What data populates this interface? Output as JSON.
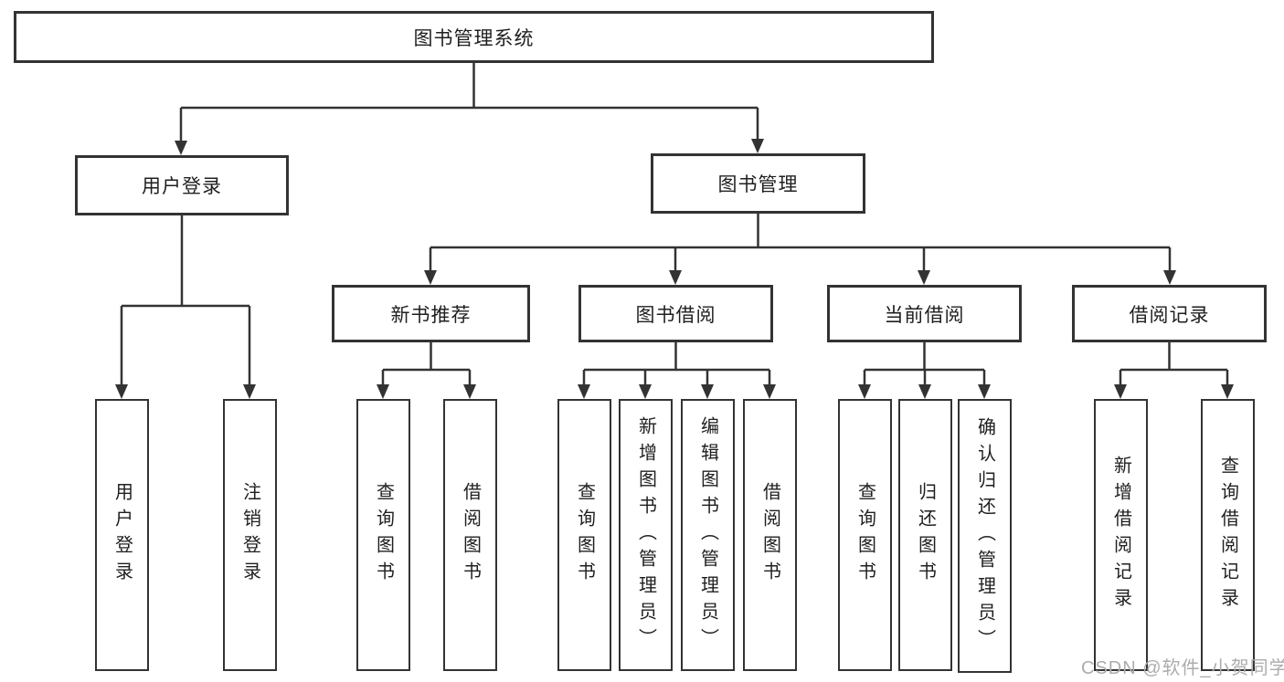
{
  "diagram": {
    "type": "hierarchy",
    "title": "图书管理系统",
    "root": {
      "label": "图书管理系统",
      "children": [
        {
          "label": "用户登录",
          "children": [
            {
              "label": "用户登录"
            },
            {
              "label": "注销登录"
            }
          ]
        },
        {
          "label": "图书管理",
          "children": [
            {
              "label": "新书推荐",
              "children": [
                {
                  "label": "查询图书"
                },
                {
                  "label": "借阅图书"
                }
              ]
            },
            {
              "label": "图书借阅",
              "children": [
                {
                  "label": "查询图书"
                },
                {
                  "label": "新增图书（管理员）"
                },
                {
                  "label": "编辑图书（管理员）"
                },
                {
                  "label": "借阅图书"
                }
              ]
            },
            {
              "label": "当前借阅",
              "children": [
                {
                  "label": "查询图书"
                },
                {
                  "label": "归还图书"
                },
                {
                  "label": "确认归还（管理员）"
                }
              ]
            },
            {
              "label": "借阅记录",
              "children": [
                {
                  "label": "新增借阅记录"
                },
                {
                  "label": "查询借阅记录"
                }
              ]
            }
          ]
        }
      ]
    },
    "colors": {
      "line": "#333333",
      "box_border": "#333333",
      "box_fill": "#ffffff",
      "text": "#1f1f1f"
    }
  },
  "watermark": {
    "text": "CSDN @软件_小贺同学",
    "color": "#acacac"
  }
}
